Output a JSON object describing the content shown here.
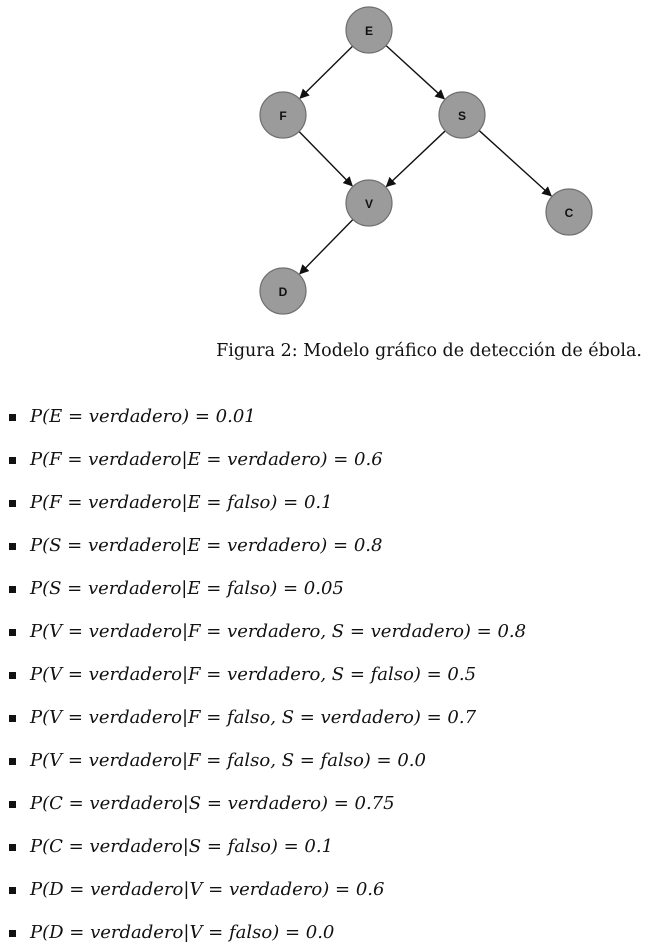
{
  "figure": {
    "nodes": [
      {
        "id": "E",
        "label": "E"
      },
      {
        "id": "F",
        "label": "F"
      },
      {
        "id": "S",
        "label": "S"
      },
      {
        "id": "V",
        "label": "V"
      },
      {
        "id": "C",
        "label": "C"
      },
      {
        "id": "D",
        "label": "D"
      }
    ],
    "edges": [
      {
        "from": "E",
        "to": "F"
      },
      {
        "from": "E",
        "to": "S"
      },
      {
        "from": "F",
        "to": "V"
      },
      {
        "from": "S",
        "to": "V"
      },
      {
        "from": "S",
        "to": "C"
      },
      {
        "from": "V",
        "to": "D"
      }
    ],
    "node_fill": "#9b9b9b",
    "caption": "Figura 2: Modelo gráfico de detección de ébola."
  },
  "probabilities": [
    "P(E = verdadero) = 0.01",
    "P(F = verdadero|E = verdadero) = 0.6",
    "P(F = verdadero|E = falso) = 0.1",
    "P(S = verdadero|E = verdadero) = 0.8",
    "P(S = verdadero|E = falso) = 0.05",
    "P(V = verdadero|F = verdadero, S = verdadero) = 0.8",
    "P(V = verdadero|F = verdadero, S = falso) = 0.5",
    "P(V = verdadero|F = falso, S = verdadero) = 0.7",
    "P(V = verdadero|F = falso, S = falso) = 0.0",
    "P(C = verdadero|S = verdadero) = 0.75",
    "P(C = verdadero|S = falso) = 0.1",
    "P(D = verdadero|V = verdadero) = 0.6",
    "P(D = verdadero|V = falso) = 0.0"
  ]
}
